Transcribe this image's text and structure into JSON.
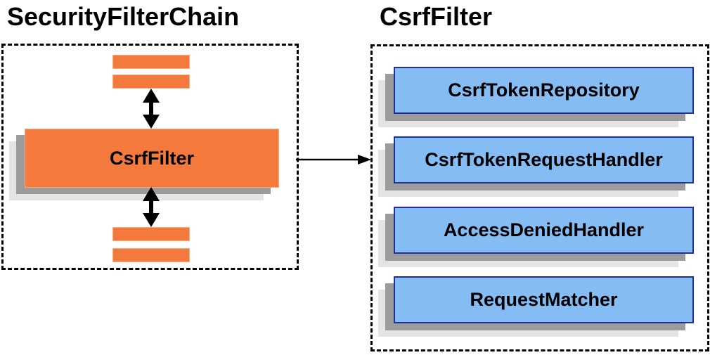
{
  "diagram": {
    "left_panel": {
      "title": "SecurityFilterChain",
      "filter_box_label": "CsrfFilter",
      "other_filter_bars_count": 4
    },
    "right_panel": {
      "title": "CsrfFilter",
      "components": [
        "CsrfTokenRepository",
        "CsrfTokenRequestHandler",
        "AccessDeniedHandler",
        "RequestMatcher"
      ]
    },
    "colors": {
      "filter_orange": "#F4793C",
      "component_blue_fill": "#86BCF4",
      "component_blue_border": "#1F2F9C",
      "shadow_dark": "#9C9C9C",
      "shadow_light": "#E4E4E4",
      "panel_border": "#000000",
      "arrow": "#000000",
      "text": "#000000"
    }
  }
}
